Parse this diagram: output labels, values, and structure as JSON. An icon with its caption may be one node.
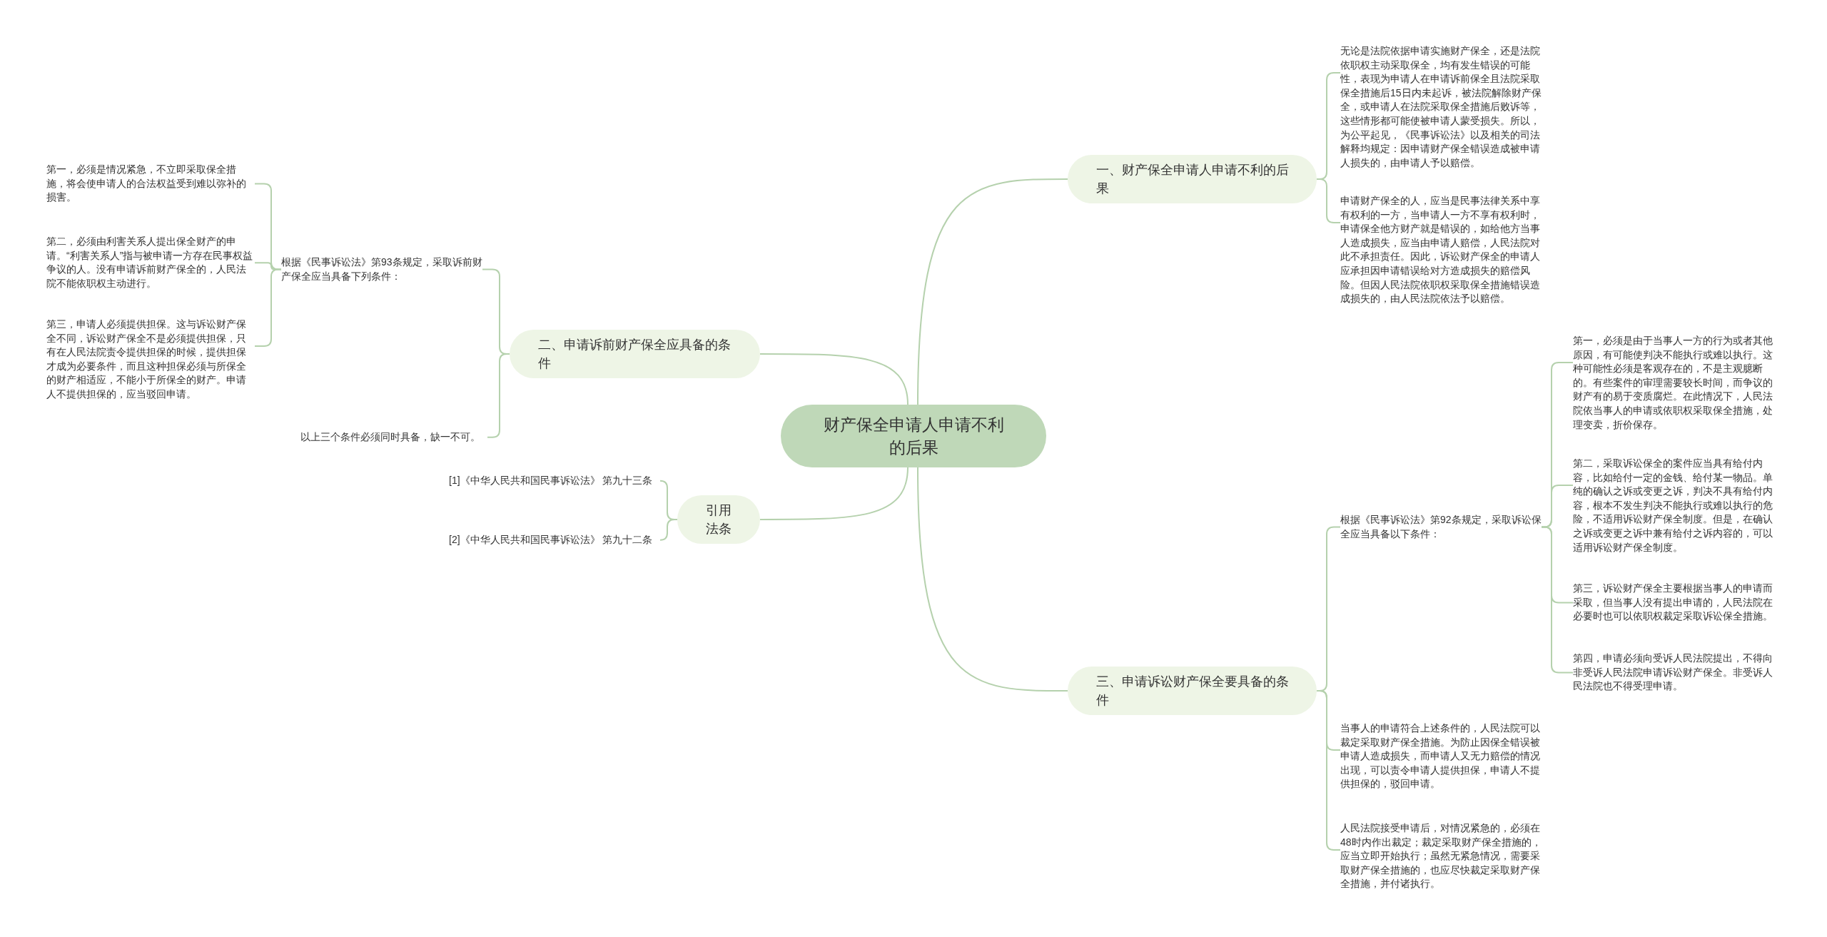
{
  "diagram": {
    "nodes": [
      {
        "text": [
          "财产保全申请人申请不利的后果"
        ]
      },
      {
        "text": [
          "一、财产保全申请人申请不利的后果"
        ]
      },
      {
        "text": [
          "无论是法院依据申请实施财产保全，还是法院依职权主动采取保全，均有发生错误的可能性，表现为申请人在申请诉前保全且法院采取保全措施后15日内未起诉，被法院解除财产保全，或申请人在法院采取保全措施后败诉等，这些情形都可能使被申请人蒙受损失。所以，为公平起见，《民事诉讼法》以及相关的司法解释均规定：因申请财产保全错误造成被申请人损失的，由申请人予以赔偿。"
        ]
      },
      {
        "text": [
          "申请财产保全的人，应当是民事法律关系中享有权利的一方，当申请人一方不享有权利时，申请保全他方财产就是错误的，如给他方当事人造成损失，应当由申请人赔偿，人民法院对此不承担责任。因此，诉讼财产保全的申请人应承担因申请错误给对方造成损失的赔偿风险。但因人民法院依职权采取保全措施错误造成损失的，由人民法院依法予以赔偿。"
        ]
      },
      {
        "text": [
          "二、申请诉前财产保全应具备的条件"
        ]
      },
      {
        "text": [
          "根据《民事诉讼法》第93条规定，采取诉前财产保全应当具备下列条件："
        ]
      },
      {
        "text": [
          "第一，必须是情况紧急，不立即采取保全措施，将会使申请人的合法权益受到难以弥补的损害。"
        ]
      },
      {
        "text": [
          "第二，必须由利害关系人提出保全财产的申请。“利害关系人”指与被申请一方存在民事权益争议的人。没有申请诉前财产保全的，人民法院不能依职权主动进行。"
        ]
      },
      {
        "text": [
          "第三，申请人必须提供担保。这与诉讼财产保全不同，诉讼财产保全不是必须提供担保，只有在人民法院责令提供担保的时候，提供担保才成为必要条件，而且这种担保必须与所保全的财产相适应，不能小于所保全的财产。申请人不提供担保的，应当驳回申请。"
        ]
      },
      {
        "text": [
          "以上三个条件必须同时具备，缺一不可。"
        ]
      },
      {
        "text": [
          "引用法条"
        ]
      },
      {
        "text": [
          "[1]《中华人民共和国民事诉讼法》 第九十三条"
        ]
      },
      {
        "text": [
          "[2]《中华人民共和国民事诉讼法》 第九十二条"
        ]
      },
      {
        "text": [
          "三、申请诉讼财产保全要具备的条件"
        ]
      },
      {
        "text": [
          "根据《民事诉讼法》第92条规定，采取诉讼保全应当具备以下条件："
        ]
      },
      {
        "text": [
          "第一，必须是由于当事人一方的行为或者其他原因，有可能使判决不能执行或难以执行。这种可能性必须是客观存在的，不是主观臆断的。有些案件的审理需要较长时间，而争议的财产有的易于变质腐烂。在此情况下，人民法院依当事人的申请或依职权采取保全措施，处理变卖，折价保存。"
        ]
      },
      {
        "text": [
          "第二，采取诉讼保全的案件应当具有给付内容，比如给付一定的金钱、给付某一物品。单纯的确认之诉或变更之诉，判决不具有给付内容，根本不发生判决不能执行或难以执行的危险，不适用诉讼财产保全制度。但是，在确认之诉或变更之诉中兼有给付之诉内容的，可以适用诉讼财产保全制度。"
        ]
      },
      {
        "text": [
          "第三，诉讼财产保全主要根据当事人的申请而采取，但当事人没有提出申请的，人民法院在必要时也可以依职权裁定采取诉讼保全措施。"
        ]
      },
      {
        "text": [
          "第四，申请必须向受诉人民法院提出，不得向非受诉人民法院申请诉讼财产保全。非受诉人民法院也不得受理申请。"
        ]
      },
      {
        "text": [
          "当事人的申请符合上述条件的，人民法院可以裁定采取财产保全措施。为防止因保全错误被申请人造成损失，而申请人又无力赔偿的情况出现，可以责令申请人提供担保，申请人不提供担保的，驳回申请。"
        ]
      },
      {
        "text": [
          "人民法院接受申请后，对情况紧急的，必须在48时内作出裁定；裁定采取财产保全措施的，应当立即开始执行；虽然无紧急情况，需要采取财产保全措施的，也应尽快裁定采取财产保全措施，并付诸执行。"
        ]
      }
    ],
    "edges": [
      {
        "from": 0,
        "to": 1,
        "arrow": "none"
      },
      {
        "from": 1,
        "to": 2,
        "arrow": "none"
      },
      {
        "from": 1,
        "to": 3,
        "arrow": "none"
      },
      {
        "from": 0,
        "to": 4,
        "arrow": "none"
      },
      {
        "from": 4,
        "to": 5,
        "arrow": "none"
      },
      {
        "from": 5,
        "to": 6,
        "arrow": "none"
      },
      {
        "from": 5,
        "to": 7,
        "arrow": "none"
      },
      {
        "from": 5,
        "to": 8,
        "arrow": "none"
      },
      {
        "from": 4,
        "to": 9,
        "arrow": "none"
      },
      {
        "from": 0,
        "to": 10,
        "arrow": "none"
      },
      {
        "from": 10,
        "to": 11,
        "arrow": "none"
      },
      {
        "from": 10,
        "to": 12,
        "arrow": "none"
      },
      {
        "from": 0,
        "to": 13,
        "arrow": "none"
      },
      {
        "from": 13,
        "to": 14,
        "arrow": "none"
      },
      {
        "from": 14,
        "to": 15,
        "arrow": "none"
      },
      {
        "from": 14,
        "to": 16,
        "arrow": "none"
      },
      {
        "from": 14,
        "to": 17,
        "arrow": "none"
      },
      {
        "from": 14,
        "to": 18,
        "arrow": "none"
      },
      {
        "from": 13,
        "to": 19,
        "arrow": "none"
      },
      {
        "from": 13,
        "to": 20,
        "arrow": "none"
      }
    ]
  }
}
